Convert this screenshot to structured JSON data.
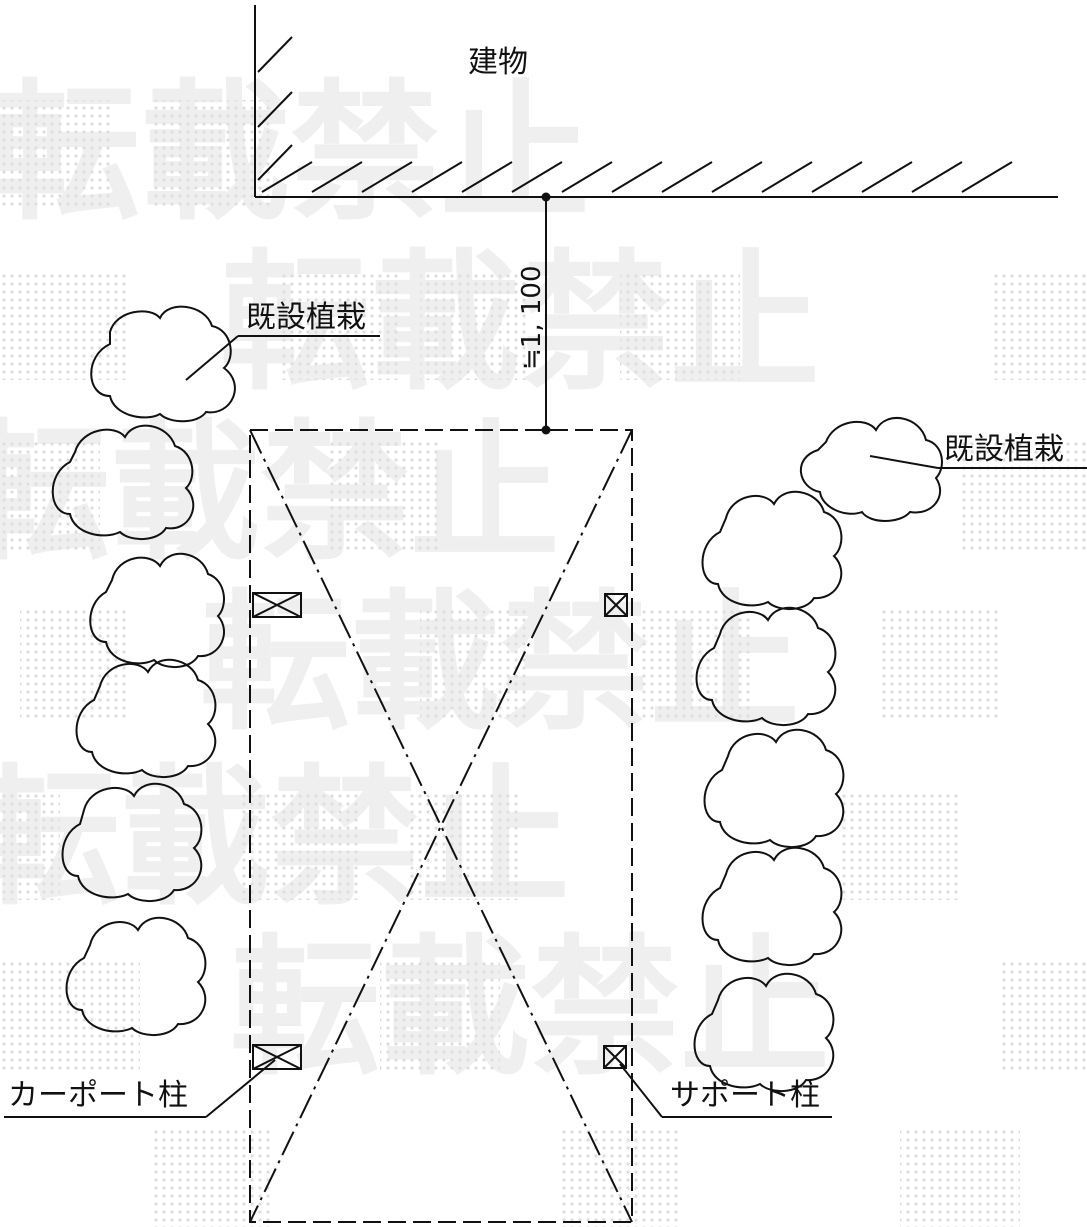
{
  "building_label": "建物",
  "existing_planting_left": "既設植栽",
  "existing_planting_right": "既設植栽",
  "dimension_text": "≒1, 100",
  "carport_post_label": "カーポート柱",
  "support_post_label": "サポート柱",
  "watermark_text": "転載禁止"
}
